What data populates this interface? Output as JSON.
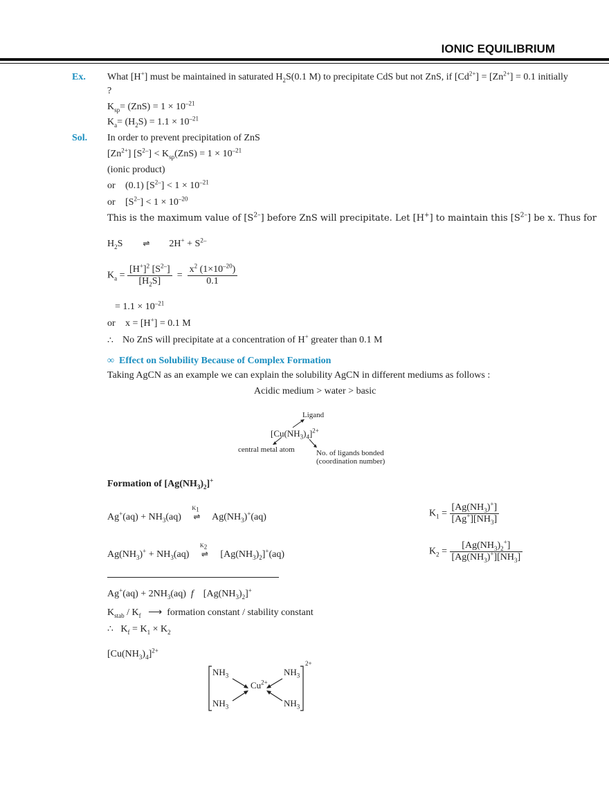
{
  "header": {
    "title": "IONIC EQUILIBRIUM"
  },
  "example": {
    "label": "Ex.",
    "question_a": "What [H",
    "question_b": "] must be maintained in saturated H",
    "question_c": "S(0.1 M) to precipitate CdS but not ZnS, if [Cd",
    "question_d": "] = [Zn",
    "question_e": "] = 0.1 initially",
    "question_mark": "?",
    "ksp_line": "K",
    "ksp_rest": "= (ZnS) = 1 × 10",
    "ksp_exp": "–21",
    "ka_rest_a": "= (H",
    "ka_rest_b": "S) = 1.1 × 10",
    "ka_exp": "–21"
  },
  "solution": {
    "label": "Sol.",
    "line1": "In order to prevent precipitation of ZnS",
    "line3": "(ionic product)",
    "or": "or",
    "line4": "(0.1) [S",
    "line4b": "] < 1 × 10",
    "line4exp": "–21",
    "line5": "[S",
    "line5b": "] < 1 × 10",
    "line5exp": "–20",
    "line6": "This is the maximum value of [S",
    "line6b": "] before ZnS will precipitate. Let [H",
    "line6c": "] to maintain this [S",
    "line6d": "] be x. Thus for",
    "ka_value": "= 1.1 × 10",
    "ka_value_exp": "–21",
    "x_value": "x = [H",
    "x_value_b": "] = 0.1 M",
    "therefore": "∴",
    "conclusion": "No ZnS will precipitate at a concentration of H",
    "conclusion_b": "greater than 0.1 M"
  },
  "complex_section": {
    "heading": "Effect on Solubility Because of Complex Formation",
    "intro": "Taking AgCN as an example we can explain the solubility AgCN in different mediums as follows :",
    "order": "Acidic medium > water > basic",
    "diagram": {
      "ligand": "Ligand",
      "central": "central metal atom",
      "ligands_bonded": "No. of ligands bonded",
      "coordination": "(coordination number)"
    }
  },
  "formation": {
    "heading": "Formation of [Ag(NH",
    "k_label": "formation constant / stability constant",
    "therefore": "∴",
    "cu_complex": "[Cu(NH",
    "cu_center": "Cu",
    "nh3": "NH"
  }
}
